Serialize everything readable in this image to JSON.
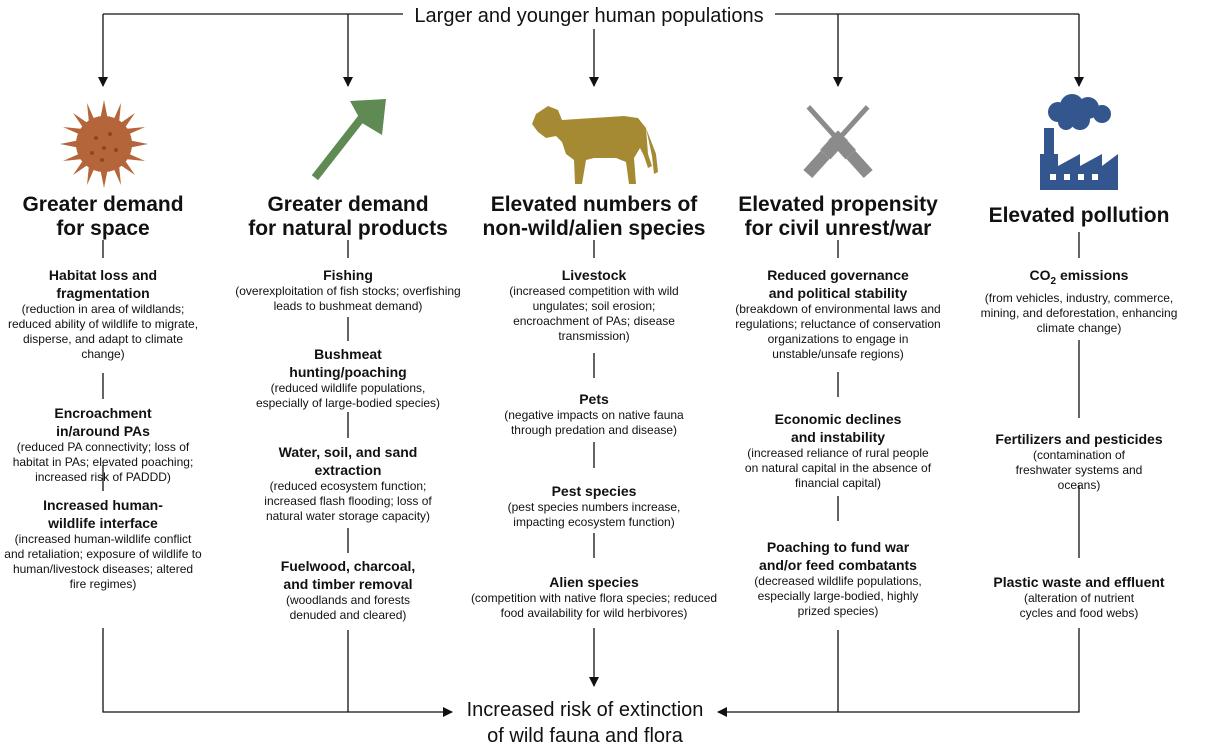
{
  "top_title": "Larger and younger human populations",
  "bottom_title_line1": "Increased risk of extinction",
  "bottom_title_line2": "of wild fauna and flora",
  "colors": {
    "space": "#b5653a",
    "natural_products": "#5f8a54",
    "species": "#a58a33",
    "unrest": "#8b8b8b",
    "pollution": "#34568f",
    "line": "#111111"
  },
  "columns": [
    {
      "icon": "sun-burst-icon",
      "heading_line1": "Greater demand",
      "heading_line2": "for space",
      "items": [
        {
          "title": "Habitat loss and fragmentation",
          "desc": "(reduction in area of wildlands; reduced ability of wildlife to migrate, disperse, and adapt to climate change)"
        },
        {
          "title": "Encroachment in/around PAs",
          "desc": "(reduced PA connectivity; loss of habitat in PAs; elevated poaching; increased risk of PADDD)"
        },
        {
          "title": "Increased human-wildlife interface",
          "desc": "(increased human-wildlife conflict and retaliation; exposure of wildlife to human/livestock diseases; altered fire regimes)"
        }
      ]
    },
    {
      "icon": "axe-icon",
      "heading_line1": "Greater demand",
      "heading_line2": "for natural products",
      "items": [
        {
          "title": "Fishing",
          "desc": "(overexploitation of fish stocks; overfishing leads to bushmeat demand)"
        },
        {
          "title": "Bushmeat hunting/poaching",
          "desc": "(reduced wildlife populations, especially of large-bodied species)"
        },
        {
          "title": "Water, soil, and sand extraction",
          "desc": "(reduced ecosystem function; increased flash flooding; loss of natural water storage capacity)"
        },
        {
          "title": "Fuelwood, charcoal, and timber removal",
          "desc": "(woodlands and forests denuded and cleared)"
        }
      ]
    },
    {
      "icon": "cow-icon",
      "heading_line1": "Elevated numbers of",
      "heading_line2": "non-wild/alien species",
      "items": [
        {
          "title": "Livestock",
          "desc": "(increased competition with wild ungulates; soil erosion; encroachment of PAs; disease transmission)"
        },
        {
          "title": "Pets",
          "desc": "(negative impacts on native fauna through predation and disease)"
        },
        {
          "title": "Pest species",
          "desc": "(pest species numbers increase, impacting ecosystem function)"
        },
        {
          "title": "Alien species",
          "desc": "(competition with native flora species; reduced food availability for wild herbivores)"
        }
      ]
    },
    {
      "icon": "crossed-rifles-icon",
      "heading_line1": "Elevated propensity",
      "heading_line2": "for civil unrest/war",
      "items": [
        {
          "title": "Reduced governance and political stability",
          "desc": "(breakdown of environmental laws and regulations; reluctance of conservation organizations to engage in unstable/unsafe regions)"
        },
        {
          "title": "Economic declines and instability",
          "desc": "(increased reliance of rural people on natural capital in the absence of financial capital)"
        },
        {
          "title": "Poaching to fund war and/or feed combatants",
          "desc": "(decreased wildlife populations, especially large-bodied, highly prized species)"
        }
      ]
    },
    {
      "icon": "factory-icon",
      "heading_line1": "Elevated pollution",
      "heading_line2": "",
      "items": [
        {
          "title_main": "CO",
          "title_sub": "2",
          "title_rest": " emissions",
          "desc": "(from vehicles, industry, commerce, mining, and deforestation, enhancing climate change)"
        },
        {
          "title": "Fertilizers and pesticides",
          "desc": "(contamination of freshwater systems and oceans)"
        },
        {
          "title": "Plastic waste and effluent",
          "desc": "(alteration of nutrient cycles and food webs)"
        }
      ]
    }
  ]
}
